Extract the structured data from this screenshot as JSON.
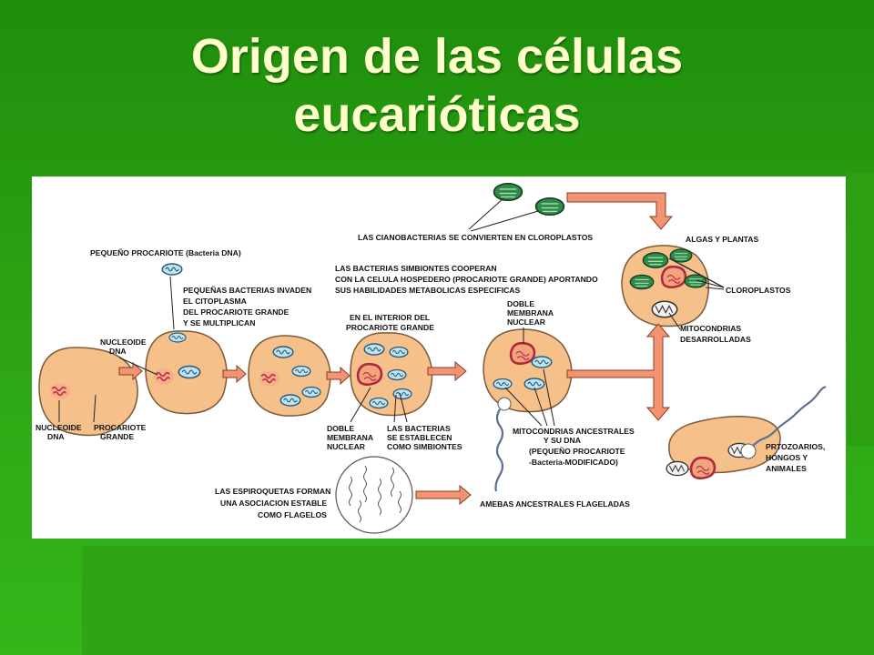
{
  "title": {
    "line1": "Origen de las células",
    "line2": "eucarióticas"
  },
  "colors": {
    "background": "#2a9a10",
    "title_text": "#ffffcc",
    "cell_fill": "#f5c08a",
    "cell_stroke": "#7a5a3a",
    "arrow_fill": "#f29473",
    "arrow_stroke": "#8a3c22",
    "nucleus": "#c0304a",
    "mitochondria": "#bfe4ef",
    "chloroplast": "#2f8a4a"
  },
  "labels": {
    "nucleoide_dna_1": "NUCLEOIDE",
    "nucleoide_dna_2": "DNA",
    "procariote_grande_1": "PROCARIOTE",
    "procariote_grande_2": "GRANDE",
    "nucleoide_top_1": "NUCLEOIDE",
    "nucleoide_top_2": "DNA",
    "pequeno_procariote": "PEQUEÑO PROCARIOTE (Bacteria DNA)",
    "pequenas_bacterias_1": "PEQUEÑAS BACTERIAS INVADEN",
    "pequenas_bacterias_2": "EL CITOPLASMA",
    "pequenas_bacterias_3": "DEL PROCARIOTE GRANDE",
    "pequenas_bacterias_4": "Y SE MULTIPLICAN",
    "simbiontes_1": "LAS BACTERIAS SIMBIONTES COOPERAN",
    "simbiontes_2": "CON LA CELULA HOSPEDERO (PROCARIOTE GRANDE) APORTANDO",
    "simbiontes_3": "SUS HABILIDADES METABOLICAS ESPECIFICAS",
    "interior_1": "EN EL INTERIOR DEL",
    "interior_2": "PROCARIOTE GRANDE",
    "doble_membrana_a_1": "DOBLE",
    "doble_membrana_a_2": "MEMBRANA",
    "doble_membrana_a_3": "NUCLEAR",
    "las_bacterias_1": "LAS BACTERIAS",
    "las_bacterias_2": "SE ESTABLECEN",
    "las_bacterias_3": "COMO SIMBIONTES",
    "doble_membrana_b_1": "DOBLE",
    "doble_membrana_b_2": "MEMBRANA",
    "doble_membrana_b_3": "NUCLEAR",
    "cianobacterias": "LAS CIANOBACTERIAS SE CONVIERTEN EN CLOROPLASTOS",
    "algas_plantas": "ALGAS Y PLANTAS",
    "cloroplastos": "CLOROPLASTOS",
    "mito_desarrolladas_1": "MITOCONDRIAS",
    "mito_desarrolladas_2": "DESARROLLADAS",
    "mito_ancestrales_1": "MITOCONDRIAS ANCESTRALES",
    "mito_ancestrales_2": "Y SU DNA",
    "mito_ancestrales_3": "(PEQUEÑO PROCARIOTE",
    "mito_ancestrales_4": "-Bacteria-MODIFICADO)",
    "espiroquetas_1": "LAS ESPIROQUETAS FORMAN",
    "espiroquetas_2": "UNA ASOCIACION ESTABLE",
    "espiroquetas_3": "COMO FLAGELOS",
    "amebas": "AMEBAS ANCESTRALES FLAGELADAS",
    "protozoarios_1": "PRTOZOARIOS,",
    "protozoarios_2": "HONGOS Y",
    "protozoarios_3": "ANIMALES"
  }
}
